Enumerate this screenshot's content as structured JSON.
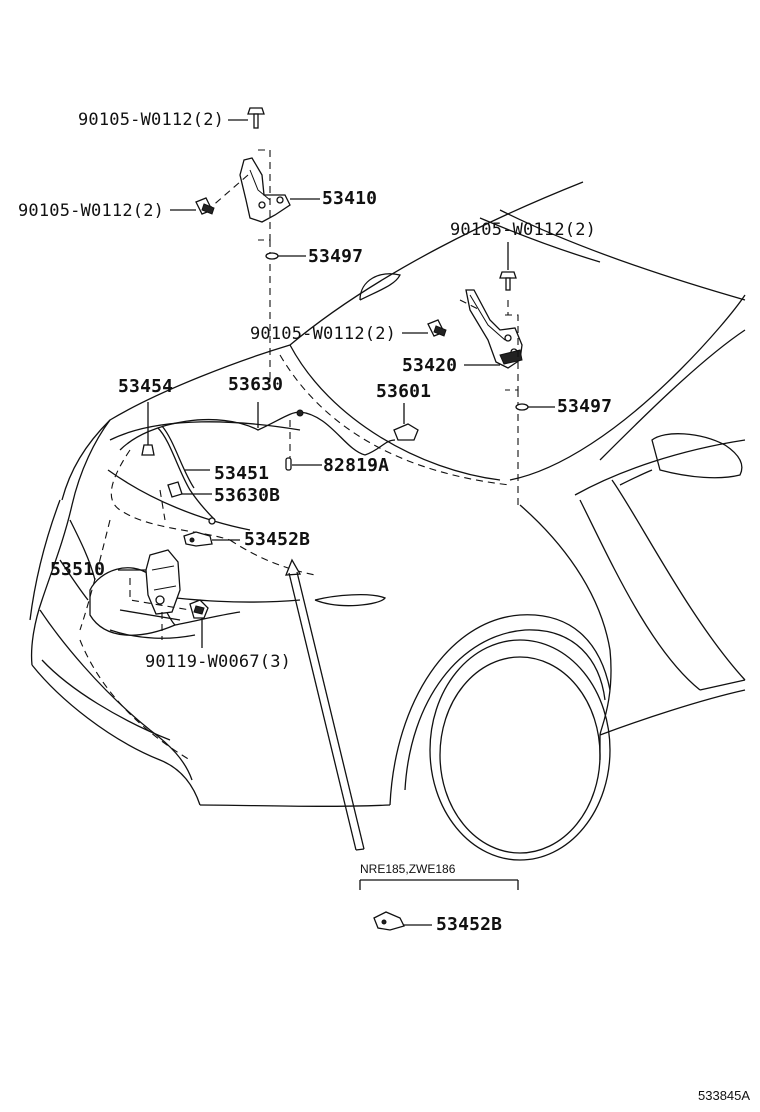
{
  "labels": {
    "bolt_top": "90105-W0112(2)",
    "bolt_left": "90105-W0112(2)",
    "hinge_left": "53410",
    "cushion_left": "53497",
    "bolt_right_top": "90105-W0112(2)",
    "bolt_right_mid": "90105-W0112(2)",
    "hinge_right": "53420",
    "prop_holder": "53601",
    "cushion_right": "53497",
    "support_rod": "53454",
    "release_cable": "53630",
    "rod_clamp": "53451",
    "retainer": "82819A",
    "cable_clamp": "53630B",
    "lock_clip": "53452B",
    "hood_lock": "53510",
    "lock_bolt": "90119-W0067(3)",
    "variant_clip": "53452B"
  },
  "variant_note": "NRE185,ZWE186",
  "diagram_ref": "533845A"
}
